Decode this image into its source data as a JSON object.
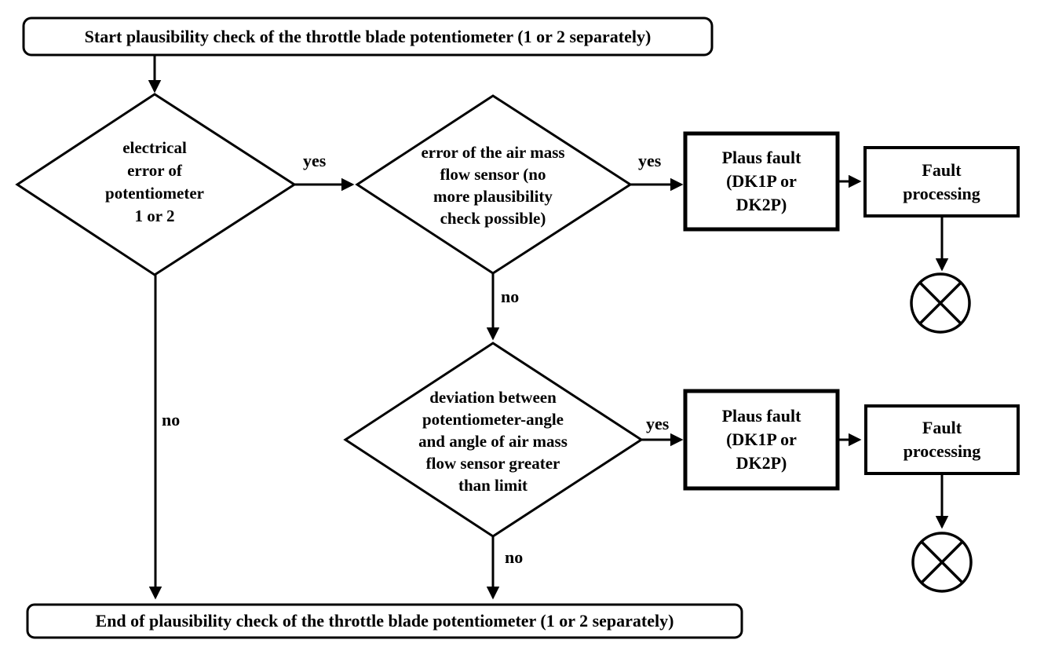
{
  "diagram": {
    "background_color": "#ffffff",
    "line_color": "#000000",
    "text_color": "#000000",
    "nodes": {
      "start": {
        "type": "terminator",
        "label": "Start plausibility check of the throttle blade potentiometer (1 or 2 separately)"
      },
      "decision_electrical": {
        "type": "decision",
        "label": "electrical\nerror of\npotentiometer\n1 or 2"
      },
      "decision_airmass": {
        "type": "decision",
        "label": "error of the air mass\nflow sensor (no\nmore plausibility\ncheck possible)"
      },
      "decision_deviation": {
        "type": "decision",
        "label": "deviation between\npotentiometer-angle\nand angle of air mass\nflow sensor greater\nthan limit"
      },
      "plaus_fault_1": {
        "type": "process",
        "label": "Plaus fault\n(DK1P or\nDK2P)"
      },
      "fault_processing_1": {
        "type": "process",
        "label": "Fault\nprocessing"
      },
      "plaus_fault_2": {
        "type": "process",
        "label": "Plaus fault\n(DK1P or\nDK2P)"
      },
      "fault_processing_2": {
        "type": "process",
        "label": "Fault\nprocessing"
      },
      "end": {
        "type": "terminator",
        "label": "End of plausibility check of the throttle blade potentiometer (1 or 2 separately)"
      }
    },
    "edges": {
      "d1_yes": {
        "label": "yes"
      },
      "d1_no": {
        "label": "no"
      },
      "d2_yes": {
        "label": "yes"
      },
      "d2_no": {
        "label": "no"
      },
      "d3_yes": {
        "label": "yes"
      },
      "d3_no": {
        "label": "no"
      }
    }
  }
}
